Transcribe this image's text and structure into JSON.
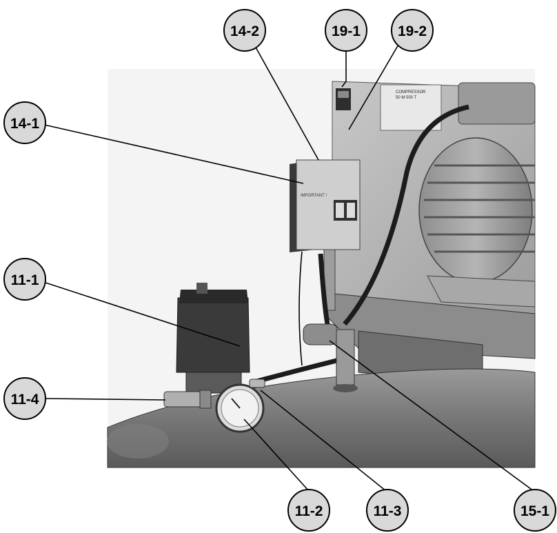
{
  "colors": {
    "bubble_fill": "#d9d9d9",
    "photo_dark": "#2b2b2b",
    "photo_mid": "#7a7a7a",
    "photo_light": "#bdbdbd"
  },
  "photo": {
    "label_plate_title": "COMPRESSOR",
    "label_plate_model": "50 M 500 T",
    "box_label": "IMPORTANT !"
  },
  "callouts": [
    {
      "id": "c-14-2",
      "label": "14-2"
    },
    {
      "id": "c-19-1",
      "label": "19-1"
    },
    {
      "id": "c-19-2",
      "label": "19-2"
    },
    {
      "id": "c-14-1",
      "label": "14-1"
    },
    {
      "id": "c-11-1",
      "label": "11-1"
    },
    {
      "id": "c-11-4",
      "label": "11-4"
    },
    {
      "id": "c-11-2",
      "label": "11-2"
    },
    {
      "id": "c-11-3",
      "label": "11-3"
    },
    {
      "id": "c-15-1",
      "label": "15-1"
    }
  ]
}
